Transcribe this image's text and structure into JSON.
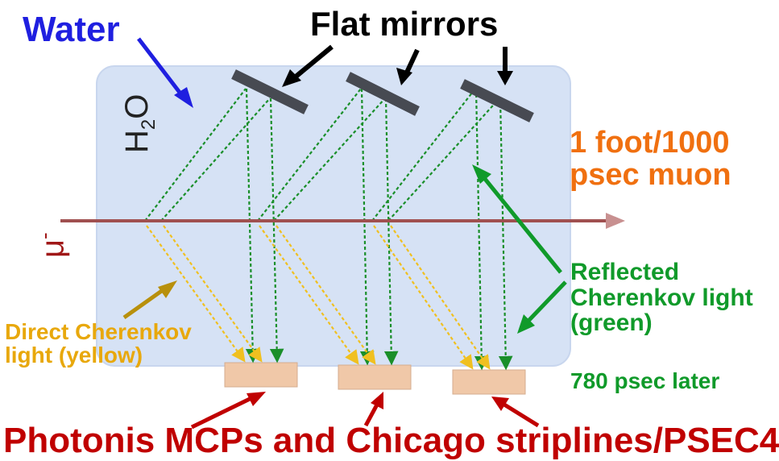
{
  "labels": {
    "water": "Water",
    "flat_mirrors": "Flat mirrors",
    "h2o_main": "H",
    "h2o_sub": "2",
    "h2o_end": "O",
    "mu_main": "μ",
    "mu_sup": "-",
    "muon_line1": "1 foot/1000",
    "muon_line2": "psec muon",
    "reflected_line1": "Reflected",
    "reflected_line2": "Cherenkov light",
    "reflected_line3": "(green)",
    "later": "780 psec later",
    "direct_line1": "Direct Cherenkov",
    "direct_line2": "light (yellow)",
    "photonis": "Photonis MCPs and Chicago striplines/PSEC4"
  },
  "colors": {
    "tank_fill": "#d6e2f5",
    "tank_stroke": "#c8d6ee",
    "mirror": "#474a52",
    "muon_track": "#a05050",
    "green_light": "#1a8f2a",
    "yellow_light": "#f0c020",
    "detector": "#f0c8a8",
    "water_text": "#1f1fe0",
    "muon_text": "#f07010",
    "reflected_text": "#109a2a",
    "direct_text": "#e8a80c",
    "photonis_text": "#c00000"
  }
}
